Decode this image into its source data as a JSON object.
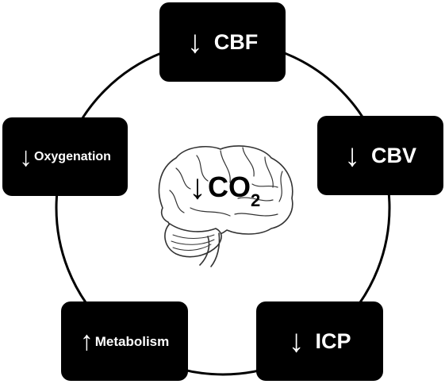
{
  "diagram": {
    "center": {
      "arrow": "↓",
      "chem_main": "CO",
      "chem_sub": "2",
      "icon": "brain-icon"
    },
    "nodes": [
      {
        "id": "cbf",
        "arrow": "↓",
        "label": "CBF"
      },
      {
        "id": "cbv",
        "arrow": "↓",
        "label": "CBV"
      },
      {
        "id": "icp",
        "arrow": "↓",
        "label": "ICP"
      },
      {
        "id": "metabolism",
        "arrow": "↑",
        "label": "Metabolism"
      },
      {
        "id": "oxygenation",
        "arrow": "↓",
        "label": "Oxygenation"
      }
    ],
    "colors": {
      "box_fill": "#000000",
      "box_text": "#ffffff",
      "line": "#000000",
      "background": "#ffffff"
    }
  }
}
